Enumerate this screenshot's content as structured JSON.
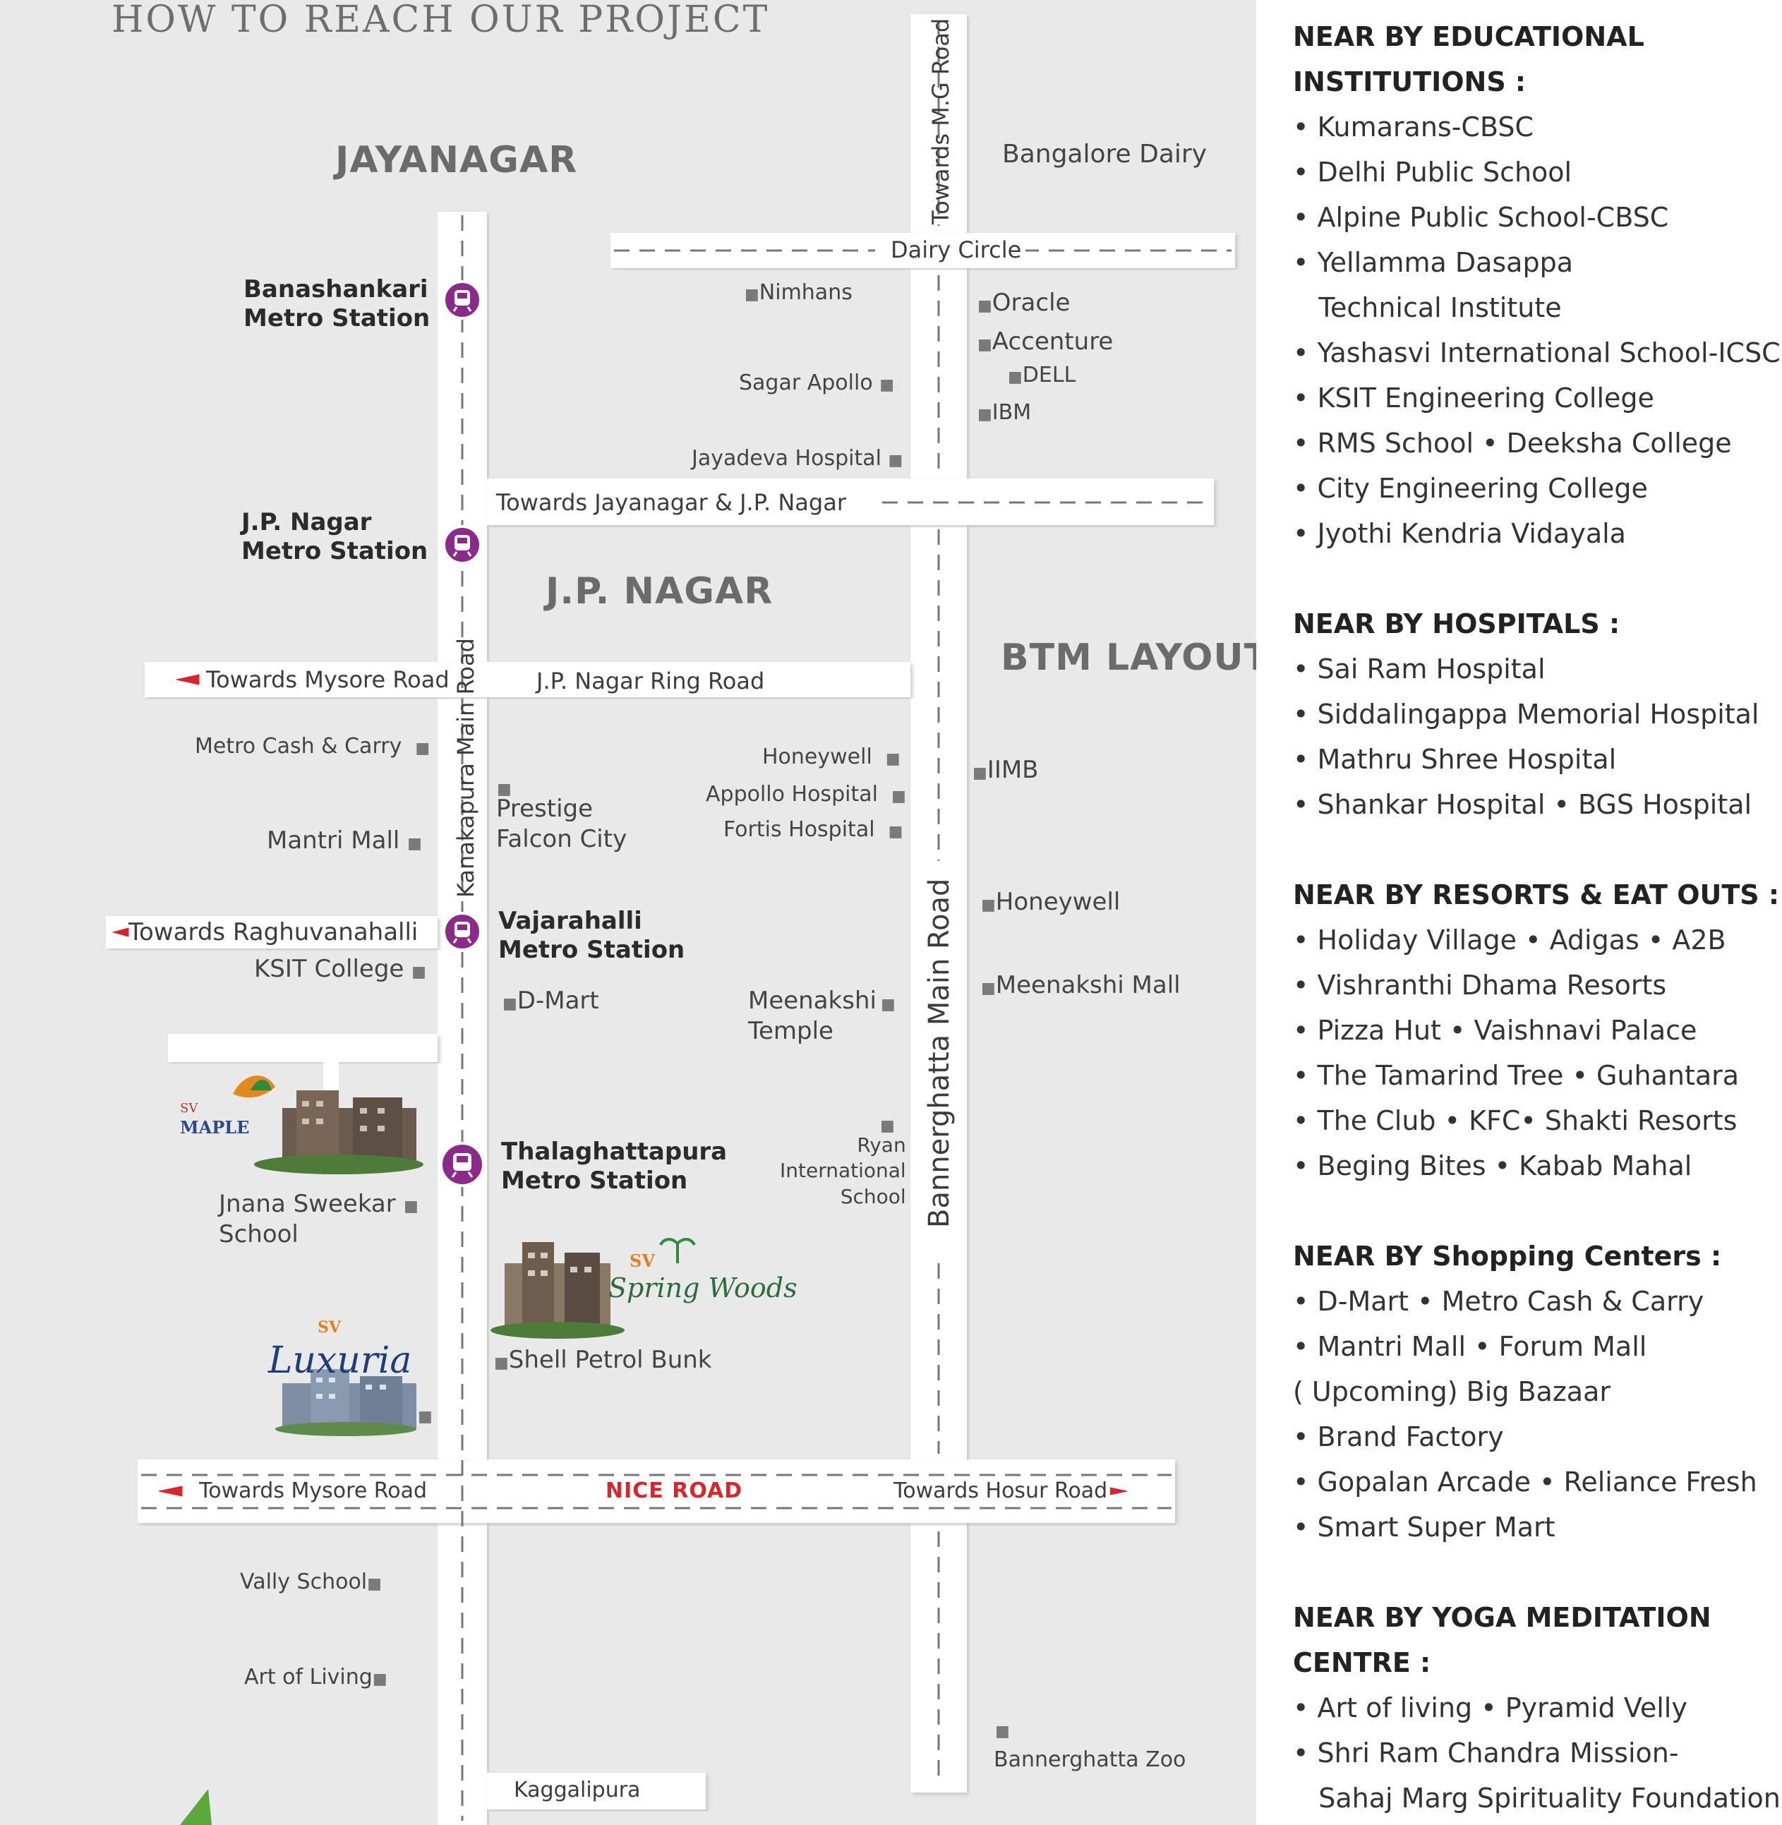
{
  "header": {
    "title": "HOW TO REACH OUR PROJECT"
  },
  "areas": {
    "jayanagar": "JAYANAGAR",
    "jp_nagar": "J.P. NAGAR",
    "btm_layout": "BTM LAYOUT"
  },
  "roads": {
    "towards_mg_road": "Towards M.G Road",
    "dairy_circle": "Dairy Circle",
    "towards_jayanagar_jp": "Towards Jayanagar & J.P. Nagar",
    "towards_mysore_road_1": "Towards Mysore Road",
    "jp_ring_road": "J.P. Nagar Ring Road",
    "kanakapura_main_road": "Kanakapura Main Road",
    "towards_raghuvanahalli": "Towards Raghuvanahalli",
    "bannerghatta_main_road": "Bannerghatta Main Road",
    "towards_mysore_road_2": "Towards Mysore Road",
    "nice_road": "NICE ROAD",
    "towards_hosur_road": "Towards Hosur Road",
    "kaggalipura": "Kaggalipura"
  },
  "metro_stations": {
    "banashankari": "Banashankari\nMetro Station",
    "jp_nagar": "J.P. Nagar\nMetro Station",
    "vajarahalli": "Vajarahalli\nMetro Station",
    "thalaghattapura": "Thalaghattapura\nMetro Station"
  },
  "landmarks": {
    "bangalore_dairy": "Bangalore Dairy",
    "nimhans": "Nimhans",
    "oracle": "Oracle",
    "accenture": "Accenture",
    "dell": "DELL",
    "ibm": "IBM",
    "sagar_apollo": "Sagar Apollo",
    "jayadeva_hospital": "Jayadeva Hospital",
    "metro_cash_carry": "Metro Cash & Carry",
    "prestige_falcon_city": "Prestige\nFalcon City",
    "honeywell_1": "Honeywell",
    "appollo_hospital": "Appollo Hospital",
    "fortis_hospital": "Fortis Hospital",
    "iimb": "IIMB",
    "mantri_mall": "Mantri Mall",
    "honeywell_2": "Honeywell",
    "ksit_college": "KSIT College",
    "d_mart": "D-Mart",
    "meenakshi_temple": "Meenakshi\nTemple",
    "meenakshi_mall": "Meenakshi Mall",
    "ryan_school": "Ryan\nInternational\nSchool",
    "jnana_sweekar_school": "Jnana Sweekar\nSchool",
    "shell_petrol_bunk": "Shell Petrol Bunk",
    "vally_school": "Vally School",
    "art_of_living": "Art of Living",
    "bannerghatta_zoo": "Bannerghatta Zoo"
  },
  "projects": {
    "maple_sv": "SV",
    "maple_name": "MAPLE",
    "spring_sv": "SV",
    "spring_name": "Spring Woods",
    "luxuria_sv": "SV",
    "luxuria_name": "Luxuria"
  },
  "sidebar": {
    "sections": [
      {
        "title": "NEAR BY EDUCATIONAL\nINSTITUTIONS :",
        "items": [
          "• Kumarans-CBSC",
          "• Delhi Public School",
          "• Alpine Public School-CBSC",
          "• Yellamma Dasappa\n   Technical Institute",
          "• Yashasvi International School-ICSC",
          "• KSIT Engineering College",
          "• RMS School • Deeksha College",
          "• City Engineering College",
          "• Jyothi Kendria Vidayala"
        ]
      },
      {
        "title": "NEAR BY HOSPITALS :",
        "items": [
          "• Sai Ram Hospital",
          "• Siddalingappa Memorial Hospital",
          "• Mathru Shree Hospital",
          "• Shankar Hospital • BGS Hospital"
        ]
      },
      {
        "title": "NEAR BY RESORTS & EAT OUTS :",
        "items": [
          "• Holiday Village • Adigas • A2B",
          "• Vishranthi Dhama Resorts",
          "• Pizza Hut • Vaishnavi Palace",
          "• The Tamarind Tree • Guhantara",
          "• The Club • KFC• Shakti Resorts",
          "• Beging Bites • Kabab Mahal"
        ]
      },
      {
        "title": "NEAR BY Shopping Centers :",
        "items": [
          "• D-Mart • Metro Cash & Carry",
          "• Mantri Mall • Forum Mall",
          "( Upcoming) Big Bazaar",
          "• Brand Factory",
          "• Gopalan Arcade • Reliance Fresh",
          "• Smart Super Mart"
        ]
      },
      {
        "title": "NEAR BY YOGA MEDITATION\nCENTRE :",
        "items": [
          "• Art of living • Pyramid Velly",
          "• Shri Ram Chandra Mission-\n   Sahaj Marg Spirituality Foundation"
        ]
      }
    ]
  },
  "colors": {
    "map_background": "#e9e9e9",
    "road": "#ffffff",
    "metro": "#8b2a8b",
    "accent_red": "#d9262c"
  }
}
